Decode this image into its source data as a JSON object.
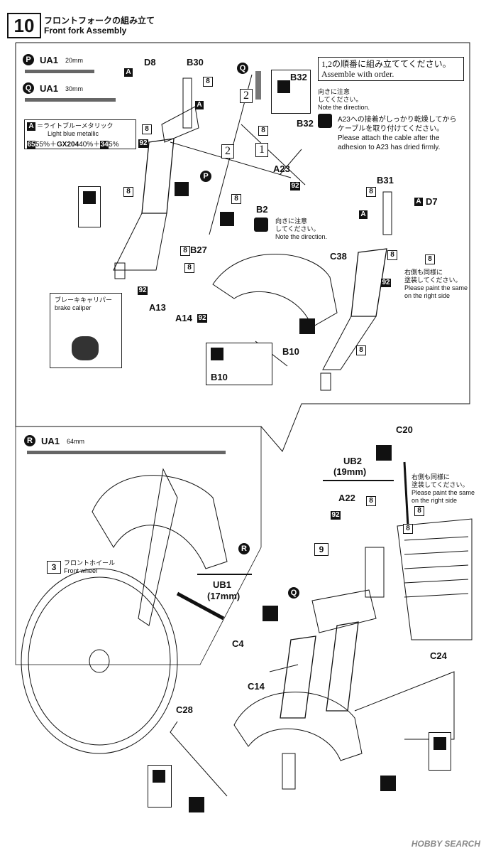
{
  "header": {
    "step": "10",
    "title_ja": "フロントフォークの組み立て",
    "title_en": "Front fork Assembly"
  },
  "ua_labels": [
    {
      "letter": "P",
      "name": "UA1",
      "length": "20mm"
    },
    {
      "letter": "Q",
      "name": "UA1",
      "length": "30mm"
    },
    {
      "letter": "R",
      "name": "UA1",
      "length": "64mm"
    }
  ],
  "color_note": {
    "letter": "A",
    "ja": "＝ライトブルーメタリック",
    "en": "Light blue metallic",
    "c1": "65",
    "r1": "55%＋",
    "gx": "GX204",
    "r2": "40%＋",
    "c2": "34",
    "r3": "5%"
  },
  "order_note": {
    "ja": "1,2の順番に組み立ててください。",
    "en": "Assemble with order."
  },
  "cable_note": {
    "line1": "A23への接着がしっかり乾燥してから",
    "line2": "ケーブルを取り付けてください。",
    "line3": "Please attach the cable after the",
    "line4": "adhesion to A23 has dried firmly."
  },
  "direction_note": {
    "ja1": "向きに注意",
    "ja2": "してください。",
    "en": "Note the direction."
  },
  "right_side_note": {
    "ja1": "右側も同様に",
    "ja2": "塗装してください。",
    "en1": "Please paint the same",
    "en2": "on the right side"
  },
  "caliper": {
    "ja": "ブレーキキャリパー",
    "en": "brake caliper"
  },
  "front_wheel": {
    "num": "3",
    "ja": "フロントホイール",
    "en": "Front wheel"
  },
  "order_nums": {
    "one": "1",
    "two": "2"
  },
  "sub_step": "9",
  "parts": {
    "D8": "D8",
    "B30": "B30",
    "B32": "B32",
    "A23": "A23",
    "B31": "B31",
    "D7": "D7",
    "B2": "B2",
    "B27": "B27",
    "C38": "C38",
    "A13": "A13",
    "A14": "A14",
    "B10": "B10",
    "C20": "C20",
    "UB2": "UB2",
    "UB2_len": "(19mm)",
    "A22": "A22",
    "UB1": "UB1",
    "UB1_len": "(17mm)",
    "C4": "C4",
    "C14": "C14",
    "C24": "C24",
    "C28": "C28"
  },
  "paint_codes": {
    "c8": "8",
    "c92": "92",
    "a": "A"
  },
  "watermark": "HOBBY SEARCH",
  "colors": {
    "ink": "#111111",
    "bar": "#666666"
  }
}
